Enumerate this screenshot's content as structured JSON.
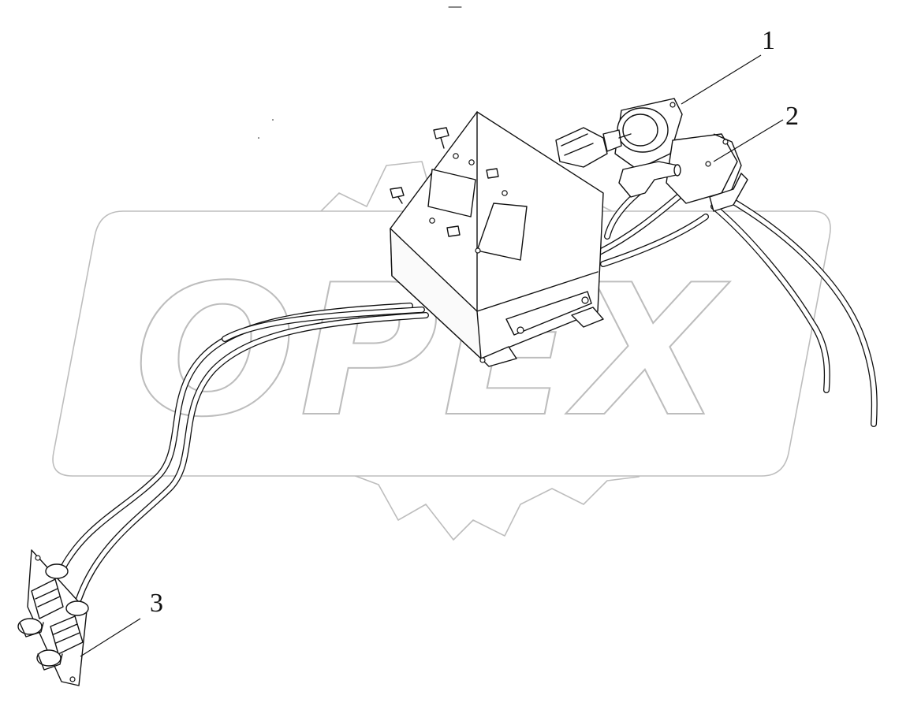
{
  "diagram": {
    "watermark": {
      "text": "OPEX"
    },
    "callouts": [
      {
        "id": "callout-1",
        "label": "1"
      },
      {
        "id": "callout-2",
        "label": "2"
      },
      {
        "id": "callout-3",
        "label": "3"
      }
    ]
  }
}
